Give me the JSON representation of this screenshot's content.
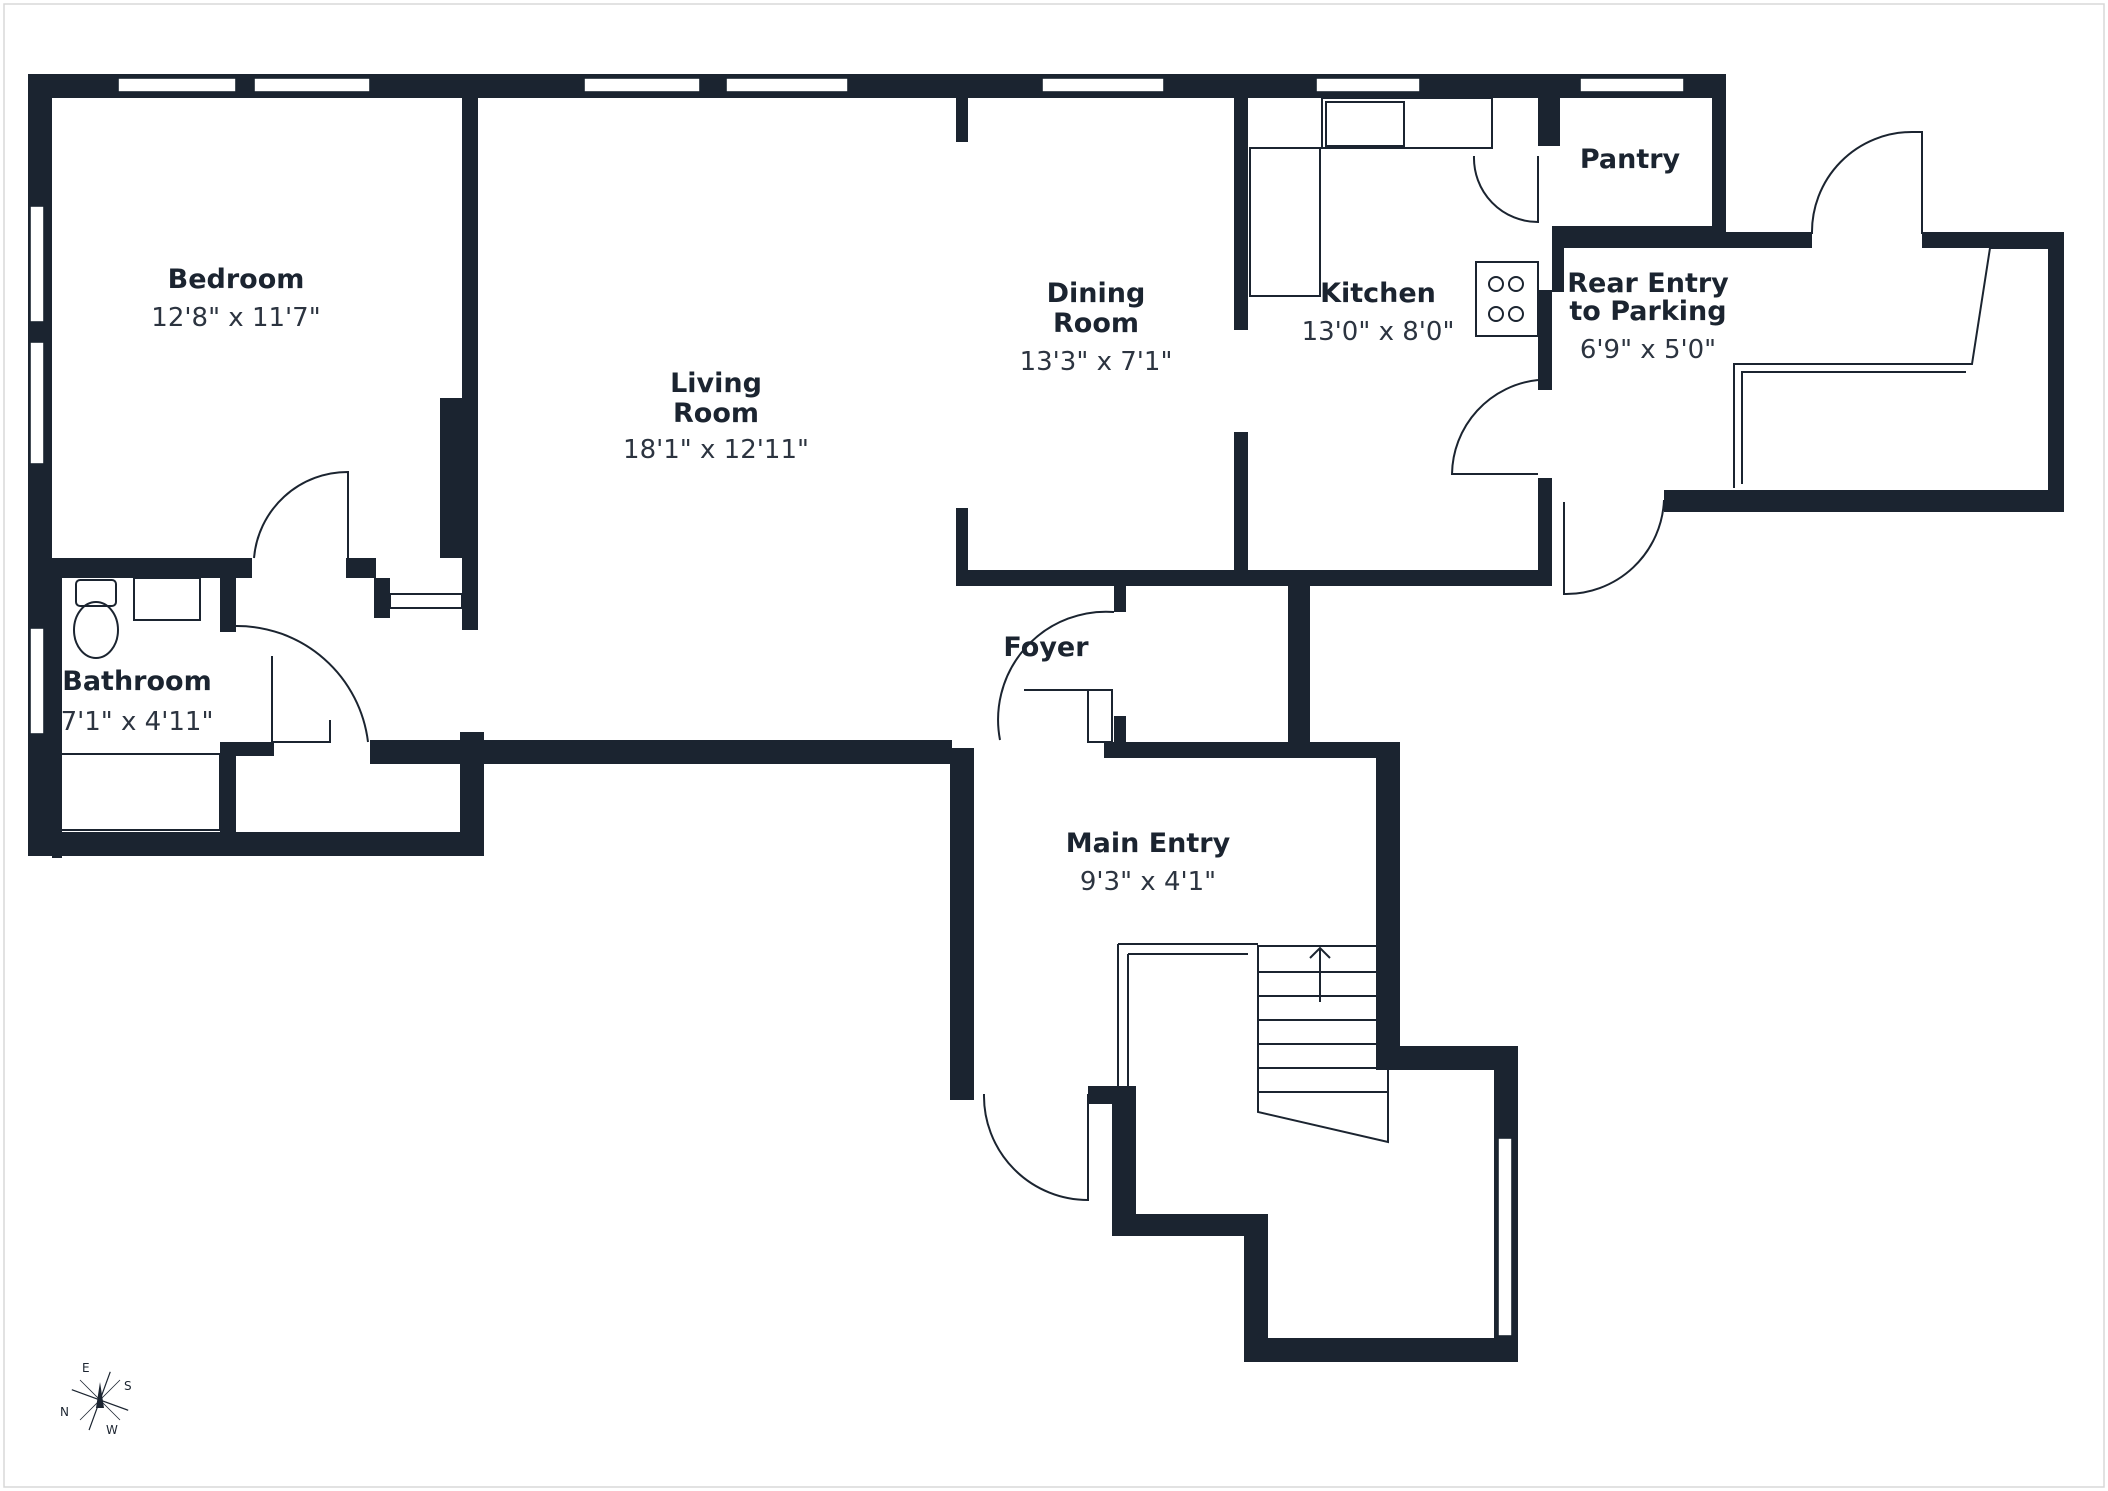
{
  "colors": {
    "wall": "#1b2430",
    "background": "#ffffff",
    "text": "#1b2430"
  },
  "rooms": {
    "bedroom": {
      "name": "Bedroom",
      "dims": "12'8\" x 11'7\""
    },
    "living_room": {
      "name_line1": "Living",
      "name_line2": "Room",
      "dims": "18'1\" x 12'11\""
    },
    "dining_room": {
      "name_line1": "Dining",
      "name_line2": "Room",
      "dims": "13'3\" x 7'1\""
    },
    "kitchen": {
      "name": "Kitchen",
      "dims": "13'0\" x 8'0\""
    },
    "pantry": {
      "name": "Pantry"
    },
    "rear_entry": {
      "name_line1": "Rear Entry",
      "name_line2": "to Parking",
      "dims": "6'9\" x 5'0\""
    },
    "bathroom": {
      "name": "Bathroom",
      "dims": "7'1\" x 4'11\""
    },
    "foyer": {
      "name": "Foyer"
    },
    "main_entry": {
      "name": "Main Entry",
      "dims": "9'3\" x 4'1\""
    }
  },
  "compass": {
    "north": "N",
    "east": "E",
    "south": "S",
    "west": "W"
  }
}
